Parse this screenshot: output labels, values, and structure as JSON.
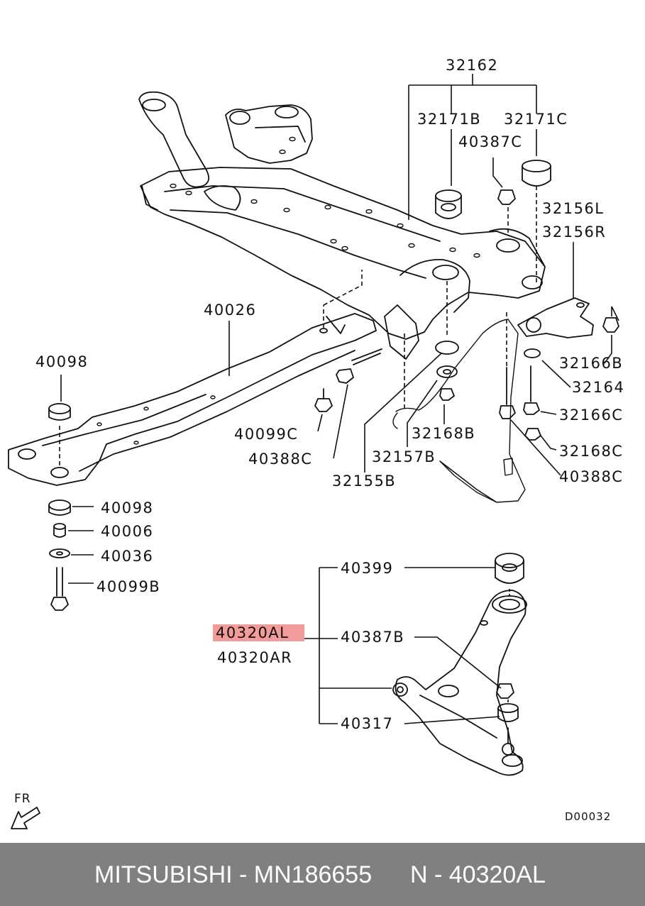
{
  "labels": {
    "l32162": "32162",
    "l32171b": "32171B",
    "l32171c": "32171C",
    "l40387c": "40387C",
    "l32156l": "32156L",
    "l32156r": "32156R",
    "l40026": "40026",
    "l40098a": "40098",
    "l32166b": "32166B",
    "l32164": "32164",
    "l32166c": "32166C",
    "l40099c": "40099C",
    "l32168b": "32168B",
    "l32168c": "32168C",
    "l40388c_a": "40388C",
    "l32157b": "32157B",
    "l40388c_b": "40388C",
    "l32155b": "32155B",
    "l40098b": "40098",
    "l40006": "40006",
    "l40036": "40036",
    "l40099b": "40099B",
    "l40399": "40399",
    "l40320al": "40320AL",
    "l40387b": "40387B",
    "l40320ar": "40320AR",
    "l40317": "40317"
  },
  "diagram_code": "D00032",
  "direction_label": "FR",
  "footer": {
    "brand_part": "MITSUBISHI - MN186655",
    "ref": "N - 40320AL"
  },
  "colors": {
    "highlight": "#f29b9b",
    "footer_bg": "#808080",
    "footer_text": "#ffffff"
  }
}
